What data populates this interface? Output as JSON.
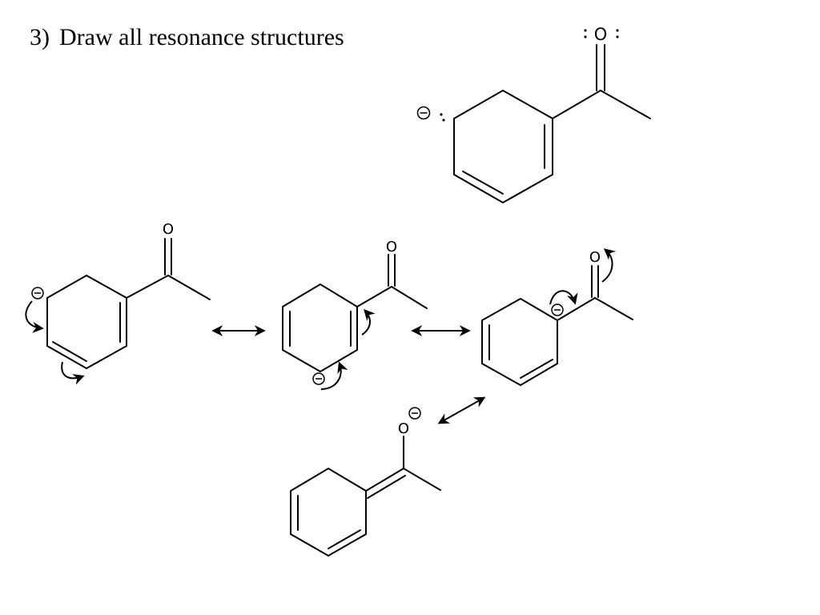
{
  "title": {
    "number": "3)",
    "text": "Draw all resonance structures"
  },
  "atoms": {
    "oxygen": "O"
  }
}
